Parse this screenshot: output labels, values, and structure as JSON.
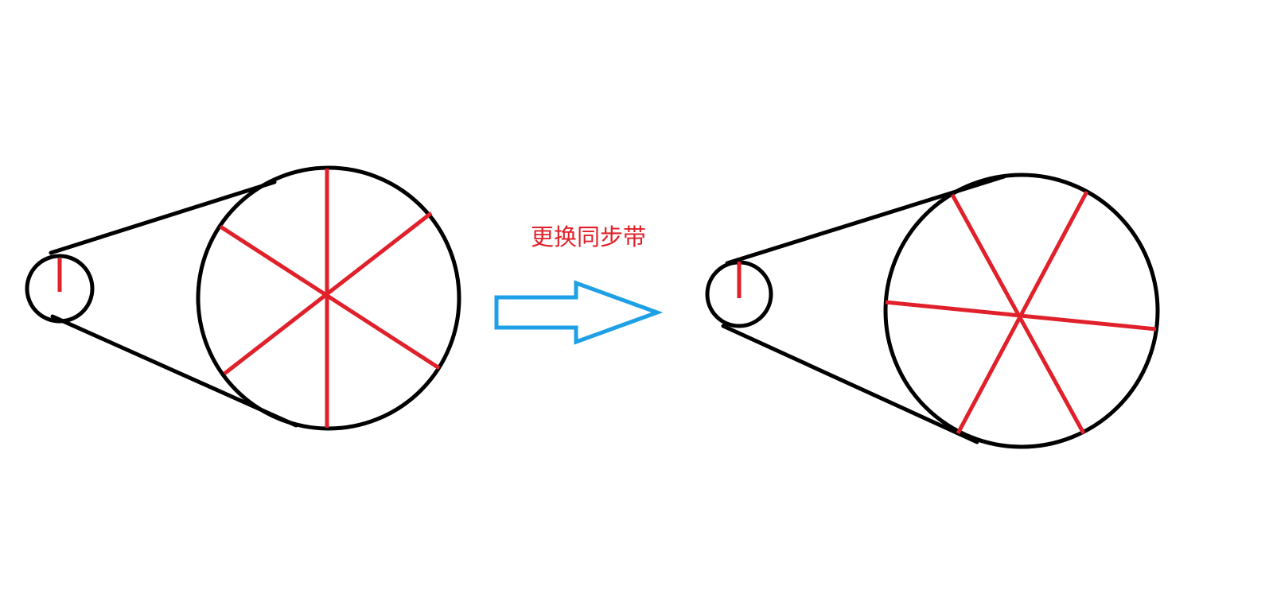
{
  "caption": {
    "text": "更换同步带"
  },
  "colors": {
    "belt": "#000000",
    "pulley_outline": "#000000",
    "marker": "#e0202a",
    "arrow": "#1ea0e6",
    "caption": "#e0202a",
    "background": "#ffffff"
  },
  "diagram": {
    "left_assembly": {
      "large_pulley_spoke_count": 3,
      "small_pulley_marker_count": 1
    },
    "arrow": {
      "direction": "right"
    },
    "right_assembly": {
      "large_pulley_spoke_count": 3,
      "small_pulley_marker_count": 1
    }
  }
}
